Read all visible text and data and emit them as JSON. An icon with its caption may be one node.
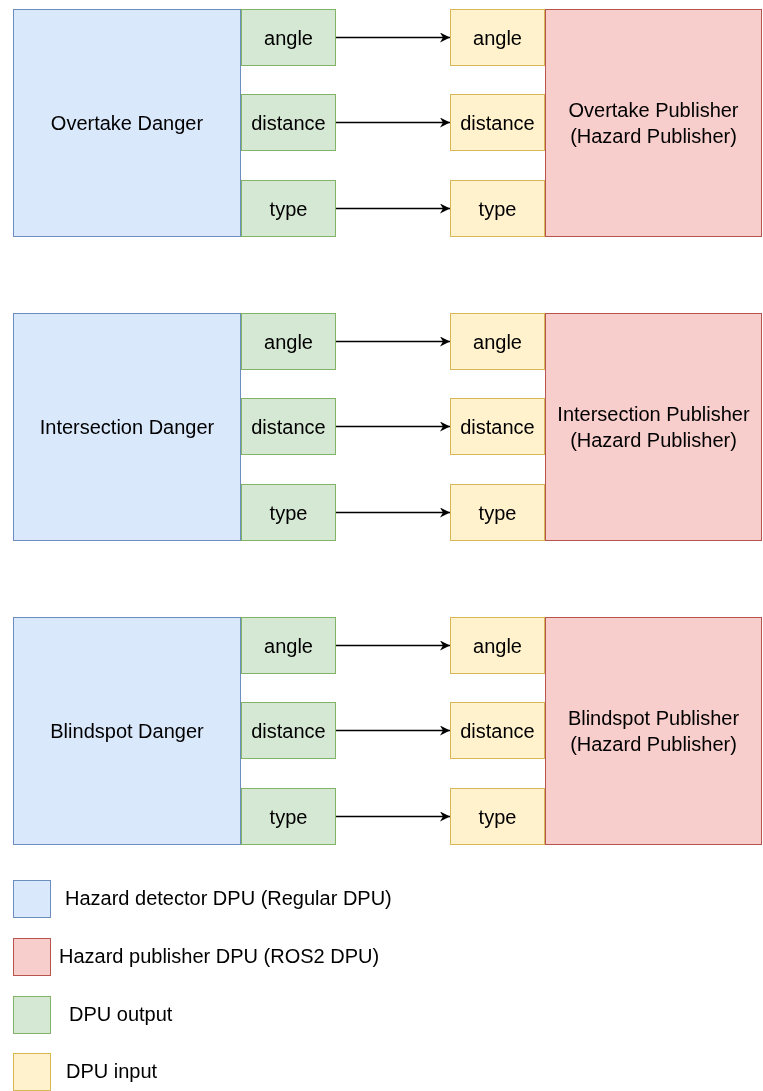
{
  "diagram": {
    "nodes": [
      {
        "text": [
          "Overtake Danger"
        ]
      },
      {
        "text": [
          "angle"
        ]
      },
      {
        "text": [
          "distance"
        ]
      },
      {
        "text": [
          "type"
        ]
      },
      {
        "text": [
          "angle"
        ]
      },
      {
        "text": [
          "distance"
        ]
      },
      {
        "text": [
          "type"
        ]
      },
      {
        "text": [
          "Overtake Publisher",
          "(Hazard Publisher)"
        ]
      },
      {
        "text": [
          "Intersection Danger"
        ]
      },
      {
        "text": [
          "angle"
        ]
      },
      {
        "text": [
          "distance"
        ]
      },
      {
        "text": [
          "type"
        ]
      },
      {
        "text": [
          "angle"
        ]
      },
      {
        "text": [
          "distance"
        ]
      },
      {
        "text": [
          "type"
        ]
      },
      {
        "text": [
          "Intersection Publisher",
          "(Hazard Publisher)"
        ]
      },
      {
        "text": [
          "Blindspot Danger"
        ]
      },
      {
        "text": [
          "angle"
        ]
      },
      {
        "text": [
          "distance"
        ]
      },
      {
        "text": [
          "type"
        ]
      },
      {
        "text": [
          "angle"
        ]
      },
      {
        "text": [
          "distance"
        ]
      },
      {
        "text": [
          "type"
        ]
      },
      {
        "text": [
          "Blindspot Publisher",
          "(Hazard Publisher)"
        ]
      }
    ],
    "edges": [
      {
        "from": 1,
        "to": 4,
        "arrow": "to"
      },
      {
        "from": 2,
        "to": 5,
        "arrow": "to"
      },
      {
        "from": 3,
        "to": 6,
        "arrow": "to"
      },
      {
        "from": 9,
        "to": 12,
        "arrow": "to"
      },
      {
        "from": 10,
        "to": 13,
        "arrow": "to"
      },
      {
        "from": 11,
        "to": 14,
        "arrow": "to"
      },
      {
        "from": 17,
        "to": 20,
        "arrow": "to"
      },
      {
        "from": 18,
        "to": 21,
        "arrow": "to"
      },
      {
        "from": 19,
        "to": 22,
        "arrow": "to"
      }
    ],
    "legend": [
      {
        "text": "Hazard detector DPU (Regular DPU)",
        "color": "#dae8fc"
      },
      {
        "text": "Hazard publisher DPU (ROS2 DPU)",
        "color": "#f8cecc"
      },
      {
        "text": "DPU output",
        "color": "#d5e8d4"
      },
      {
        "text": "DPU input",
        "color": "#fff2cc"
      }
    ]
  }
}
